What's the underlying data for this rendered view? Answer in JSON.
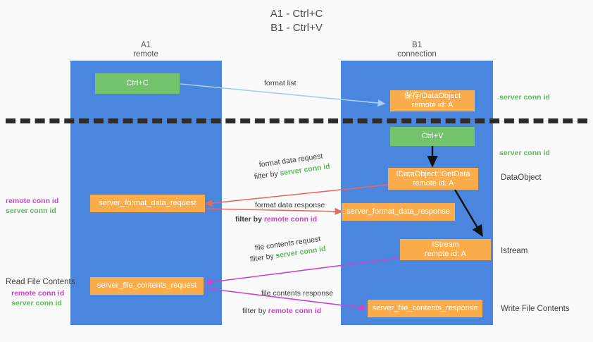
{
  "title": {
    "line1": "A1 - Ctrl+C",
    "line2": "B1 - Ctrl+V"
  },
  "lanes": [
    {
      "name": "A1",
      "sub": "remote"
    },
    {
      "name": "B1",
      "sub": "connection"
    }
  ],
  "nodes": {
    "ctrl_c": {
      "label": "Ctrl+C"
    },
    "save_idataobject": {
      "line1": "保存IDataObject",
      "line2": "remote id: A"
    },
    "ctrl_v": {
      "label": "Ctrl+V"
    },
    "getdata": {
      "line1": "IDataObject::GetData",
      "line2": "remote id: A"
    },
    "istream": {
      "line1": "IStream",
      "line2": "remote id: A"
    },
    "format_data_request": {
      "label": "server_format_data_request"
    },
    "format_data_response": {
      "label": "server_format_data_response"
    },
    "file_contents_request": {
      "label": "server_file_contents_request"
    },
    "file_contents_response": {
      "label": "server_file_contents_response"
    }
  },
  "edge_labels": {
    "format_list": "format list",
    "format_data_request": {
      "line1": "format data request",
      "prefix": "filter by ",
      "key": "server conn id"
    },
    "format_data_response": {
      "line1": "format data response",
      "prefix": "filter by ",
      "key": "remote conn id"
    },
    "file_contents_request": {
      "line1": "file contents request",
      "prefix": "filter by ",
      "key": "server conn id"
    },
    "file_contents_response": {
      "line1": "file contents response",
      "prefix": "filter by ",
      "key": "remote conn id"
    }
  },
  "left_annotations": {
    "conn_ids_1": {
      "remote": "remote conn id",
      "server": "server conn id"
    },
    "read_file_contents": "Read File Contents",
    "conn_ids_2": {
      "remote": "remote conn id",
      "server": "server conn id"
    }
  },
  "right_annotations": {
    "server_conn_id_1": "server conn id",
    "server_conn_id_2": "server conn id",
    "dataobject": "DataObject",
    "istream": "Istream",
    "write_file_contents": "Write File Contents"
  },
  "colors": {
    "lane": "#4a86dd",
    "green_node": "#73c36c",
    "orange_node": "#fbad4b",
    "server_conn_id": "#5fb85f",
    "remote_conn_id": "#cc44cc",
    "arrow_light_blue": "#a8cdee",
    "arrow_red": "#e8695f",
    "arrow_magenta": "#cc44cc",
    "arrow_black": "#111111",
    "divider": "#2b2b2b",
    "background": "#fafafa"
  }
}
